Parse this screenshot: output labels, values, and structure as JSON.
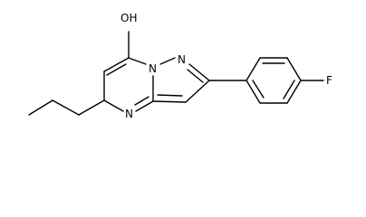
{
  "molecule": {
    "atom_labels": {
      "hydroxyl": "OH",
      "n_bridge": "N",
      "n_pyrazole": "N",
      "n_pyrimidine": "N",
      "fluorine": "F"
    },
    "colors": {
      "bond": "#000000",
      "label": "#000000",
      "background": "#ffffff"
    }
  }
}
